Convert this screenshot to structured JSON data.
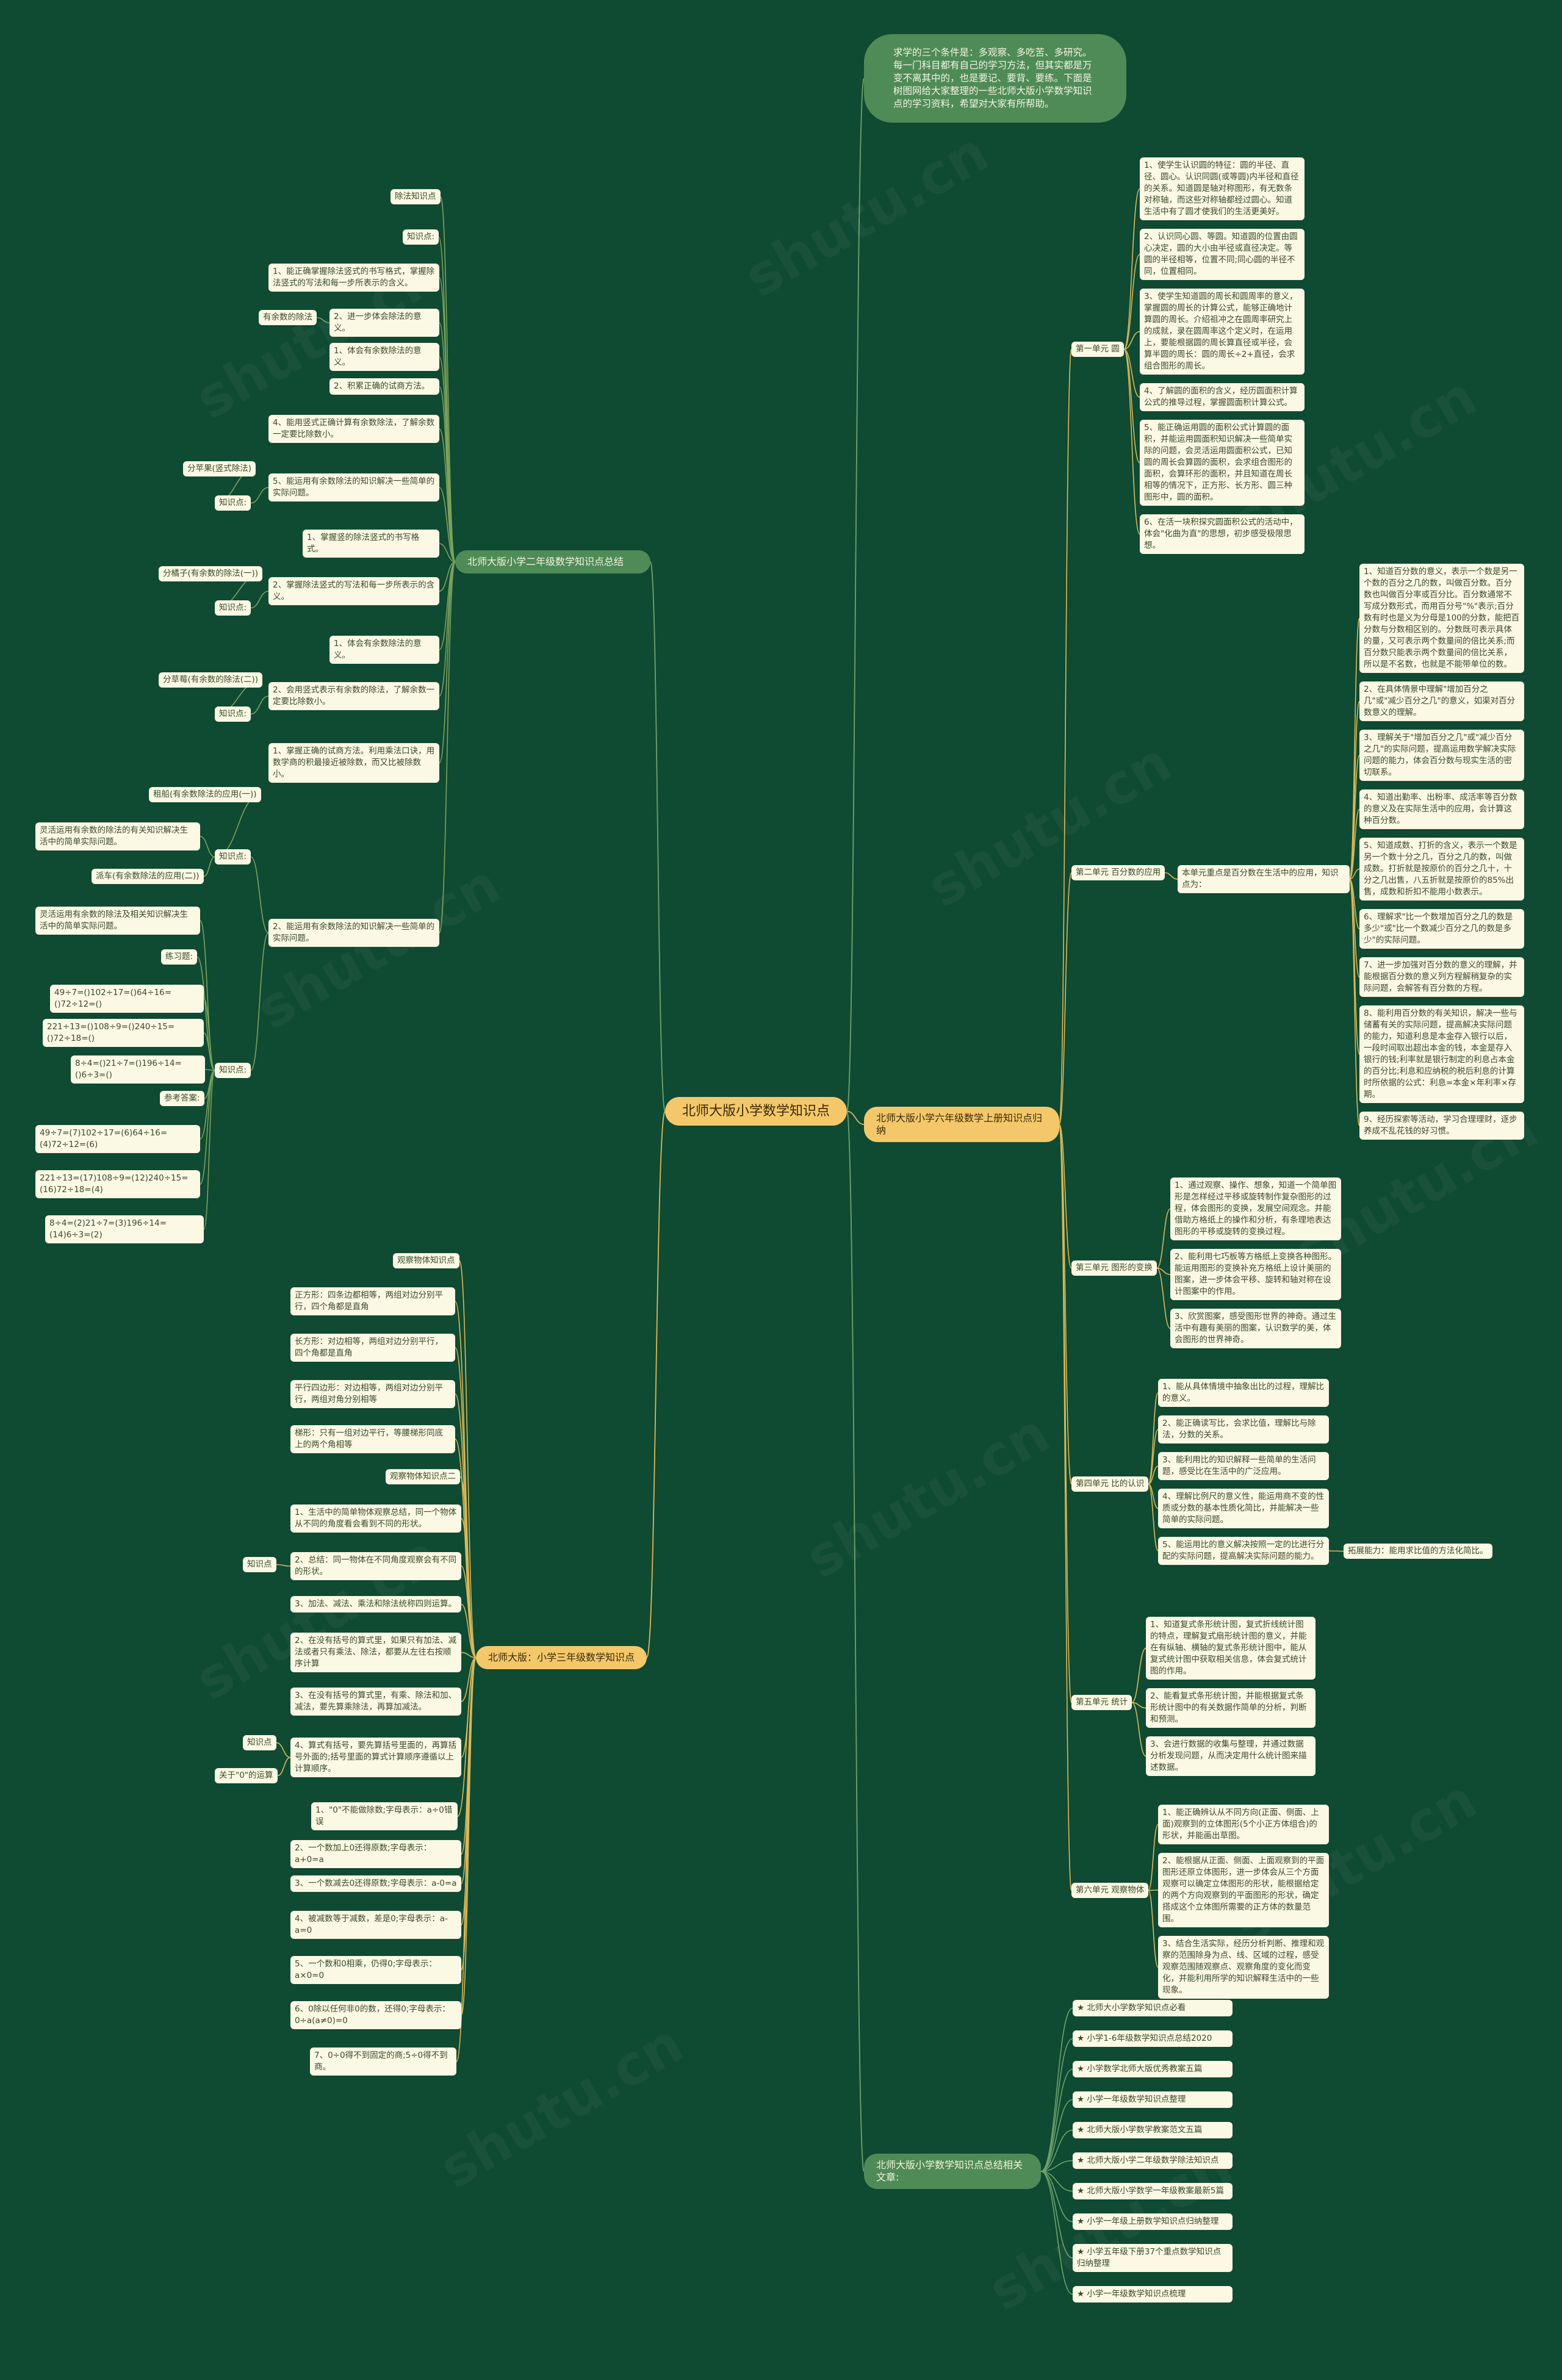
{
  "root": "北师大版小学数学知识点",
  "intro": "求学的三个条件是：多观察、多吃苦、多研究。每一门科目都有自己的学习方法，但其实都是万变不离其中的，也是要记、要背、要练。下面是树图网给大家整理的一些北师大版小学数学知识点的学习资料，希望对大家有所帮助。",
  "watermark": "shutu.cn",
  "g2": {
    "title": "北师大版小学二年级数学知识点总结",
    "items": [
      "除法知识点",
      "知识点:",
      "1、能正确掌握除法竖式的书写格式，掌握除法竖式的写法和每一步所表示的含义。",
      "有余数的除法",
      "2、进一步体会除法的意义。",
      "1、体会有余数除法的意义。",
      "2、积累正确的试商方法。",
      "4、能用竖式正确计算有余数除法，了解余数一定要比除数小。",
      "分苹果(竖式除法)",
      "知识点:",
      "5、能运用有余数除法的知识解决一些简单的实际问题。",
      "1、掌握竖的除法竖式的书写格式。",
      "分橘子(有余数的除法(一))",
      "2、掌握除法竖式的写法和每一步所表示的含义。",
      "知识点:",
      "1、体会有余数除法的意义。",
      "分草莓(有余数的除法(二))",
      "2、会用竖式表示有余数的除法，了解余数一定要比除数小。",
      "知识点:",
      "1、掌握正确的试商方法。利用乘法口诀，用数学商的积最接近被除数，而又比被除数小。",
      "租船(有余数除法的应用(一))",
      "灵活运用有余数的除法的有关知识解决生活中的简单实际问题。",
      "知识点:",
      "派车(有余数除法的应用(二))",
      "2、能运用有余数除法的知识解决一些简单的实际问题。",
      "灵活运用有余数的除法及相关知识解决生活中的简单实际问题。",
      "练习题:",
      "49÷7=()102÷17=()64÷16=()72÷12=()",
      "221÷13=()108÷9=()240÷15=()72÷18=()",
      "8÷4=()21÷7=()196÷14=()6÷3=()",
      "知识点:",
      "参考答案:",
      "49÷7=(7)102÷17=(6)64÷16=(4)72÷12=(6)",
      "221÷13=(17)108÷9=(12)240÷15=(16)72÷18=(4)",
      "8÷4=(2)21÷7=(3)196÷14=(14)6÷3=(2)"
    ]
  },
  "g3": {
    "title": "北师大版：小学三年级数学知识点",
    "items": [
      "观察物体知识点",
      "正方形：四条边都相等，两组对边分别平行，四个角都是直角",
      "长方形：对边相等，两组对边分别平行，四个角都是直角",
      "平行四边形：对边相等，两组对边分别平行，两组对角分别相等",
      "梯形：只有一组对边平行，等腰梯形同底上的两个角相等",
      "观察物体知识点二",
      "1、生活中的简单物体观察总结，同一个物体从不同的角度看会看到不同的形状。",
      "2、总结：同一物体在不同角度观察会有不同的形状。",
      "知识点",
      "3、加法、减法、乘法和除法统称四则运算。",
      "2、在没有括号的算式里，如果只有加法、减法或者只有乘法、除法，都要从左往右按顺序计算",
      "3、在没有括号的算式里，有乘、除法和加、减法，要先算乘除法，再算加减法。",
      "知识点",
      "4、算式有括号，要先算括号里面的，再算括号外面的;括号里面的算式计算顺序遵循以上计算顺序。",
      "关于\"0\"的运算",
      "1、\"0\"不能做除数;字母表示：a÷0错误",
      "2、一个数加上0还得原数;字母表示：a+0=a",
      "3、一个数减去0还得原数;字母表示：a-0=a",
      "4、被减数等于减数，差是0;字母表示：a-a=0",
      "5、一个数和0相乘，仍得0;字母表示：a×0=0",
      "6、0除以任何非0的数，还得0;字母表示：0÷a(a≠0)=0",
      "7、0÷0得不到固定的商;5÷0得不到商。"
    ]
  },
  "g6": {
    "title": "北师大版小学六年级数学上册知识点归纳",
    "u1": {
      "label": "第一单元 圆",
      "items": [
        "1、使学生认识圆的特征：圆的半径、直径、圆心。认识同圆(或等圆)内半径和直径的关系。知道圆是轴对称图形，有无数条对称轴，而这些对称轴都经过圆心。知道生活中有了圆才使我们的生活更美好。",
        "2、认识同心圆、等圆。知道圆的位置由圆心决定，圆的大小由半径或直径决定。等圆的半径相等，位置不同;同心圆的半径不同，位置相同。",
        "3、使学生知道圆的周长和圆周率的意义，掌握圆的周长的计算公式，能够正确地计算圆的周长。介绍祖冲之在圆周率研究上的成就，录在圆周率这个定义时，在运用上，要能根据圆的周长算直径或半径，会算半圆的周长：圆的周长÷2+直径，会求组合图形的周长。",
        "4、了解圆的面积的含义，经历圆面积计算公式的推导过程，掌握圆面积计算公式。",
        "5、能正确运用圆的面积公式计算圆的面积，并能运用圆面积知识解决一些简单实际的问题，会灵活运用圆面积公式，已知圆的周长会算圆的面积，会求组合图形的面积，会算环形的面积，并且知道在周长相等的情况下，正方形、长方形、圆三种图形中，圆的面积。",
        "6、在活一块积探究圆面积公式的活动中，体会\"化曲为直\"的思想，初步感受极限思想。"
      ]
    },
    "u2": {
      "label": "第二单元 百分数的应用",
      "lead": "本单元重点是百分数在生活中的应用，知识点为：",
      "items": [
        "1、知道百分数的意义，表示一个数是另一个数的百分之几的数，叫做百分数。百分数也叫做百分率或百分比。百分数通常不写成分数形式，而用百分号\"%\"表示;百分数有时也是义为分母是100的分数，能把百分数与分数相区别的。分数既可表示具体的量，又可表示两个数量间的倍比关系;而百分数只能表示两个数量间的倍比关系，所以是不名数，也就是不能带单位的数。",
        "2、在具体情景中理解\"增加百分之几\"或\"减少百分之几\"的意义，如渠对百分数意义的理解。",
        "3、理解关于\"增加百分之几\"或\"减少百分之几\"的实际问题，提高运用数学解决实际问题的能力，体会百分数与现实生活的密切联系。",
        "4、知道出勤率、出粉率、成活率等百分数的意义及在实际生活中的应用，会计算这种百分数。",
        "5、知道成数、打折的含义，表示一个数是另一个数十分之几，百分之几的数，叫做成数。打折就是按原价的百分之几十，十分之几出售，八五折就是按原价的85%出售，成数和折扣不能用小数表示。",
        "6、理解求\"比一个数增加百分之几的数是多少\"或\"比一个数减少百分之几的数是多少\"的实际问题。",
        "7、进一步加强对百分数的意义的理解，并能根据百分数的意义列方程解稍复杂的实际问题，会解答有百分数的方程。",
        "8、能利用百分数的有关知识，解决一些与储蓄有关的实际问题，提高解决实际问题的能力，知道利息是本金存入银行以后，一段时间取出超出本金的钱，本金是存入银行的钱;利率就是银行制定的利息占本金的百分比;利息和应纳税的税后利息的计算时所依据的公式：利息=本金×年利率×存期。",
        "9、经历探索等活动，学习合理理财，逐步养成不乱花钱的好习惯。"
      ]
    },
    "u3": {
      "label": "第三单元 图形的变换",
      "items": [
        "1、通过观察、操作、想象，知道一个简单图形是怎样经过平移或旋转制作复杂图形的过程，体会图形的变换，发展空间观念。并能借助方格纸上的操作和分析，有条理地表达图形的平移或旋转的变换过程。",
        "2、能利用七巧板等方格纸上变换各种图形。能运用图形的变换补充方格纸上设计美丽的图案，进一步体会平移、旋转和轴对称在设计图案中的作用。",
        "3、欣赏图案，感受图形世界的神奇。通过生活中有趣有美丽的图案，认识数学的美，体会图形的世界神奇。"
      ]
    },
    "u4": {
      "label": "第四单元 比的认识",
      "items": [
        "1、能从具体情境中抽象出比的过程，理解比的意义。",
        "2、能正确读写比，会求比值，理解比与除法，分数的关系。",
        "3、能利用比的知识解释一些简单的生活问题，感受比在生活中的广泛应用。",
        "4、理解比例尺的意义性，能运用商不变的性质或分数的基本性质化简比，并能解决一些简单的实际问题。",
        "5、能运用比的意义解决按照一定的比进行分配的实际问题，提高解决实际问题的能力。"
      ],
      "extra": "拓展能力：能用求比值的方法化简比。"
    },
    "u5": {
      "label": "第五单元 统计",
      "items": [
        "1、知道复式条形统计图，复式折线统计图的特点，理解复式扇形统计图的意义，并能在有纵轴、横轴的复式条形统计图中，能从复式统计图中获取相关信息，体会复式统计图的作用。",
        "2、能看复式条形统计图，并能根据复式条形统计图中的有关数据作简单的分析，判断和预测。",
        "3、会进行数据的收集与整理，并通过数据分析发现问题，从而决定用什么统计图来描述数据。"
      ]
    },
    "u6": {
      "label": "第六单元 观察物体",
      "items": [
        "1、能正确辨认从不同方向(正面、侧面、上面)观察到的立体图形(5个小正方体组合)的形状，并能画出草图。",
        "2、能根据从正面、侧面、上面观察到的平面图形还原立体图形，进一步体会从三个方面观察可以确定立体图形的形状，能根据给定的两个方向观察到的平面图形的形状，确定搭成这个立体图所需要的正方体的数量范围。",
        "3、结合生活实际，经历分析判断、推理和观察的范围除身为点、线、区域的过程，感受观察范围随观察点、观察角度的变化而变化，并能利用所学的知识解释生活中的一些现象。"
      ]
    }
  },
  "related": {
    "title": "北师大版小学数学知识点总结相关文章:",
    "items": [
      "北师大小学数学知识点必看",
      "小学1-6年级数学知识点总结2020",
      "小学数学北师大版优秀教案五篇",
      "小学一年级数学知识点整理",
      "北师大版小学数学教案范文五篇",
      "北师大版小学二年级数学除法知识点",
      "北师大版小学数学一年级教案最新5篇",
      "小学一年级上册数学知识点归纳整理",
      "小学五年级下册37个重点数学知识点归纳整理",
      "小学一年级数学知识点梳理"
    ]
  }
}
